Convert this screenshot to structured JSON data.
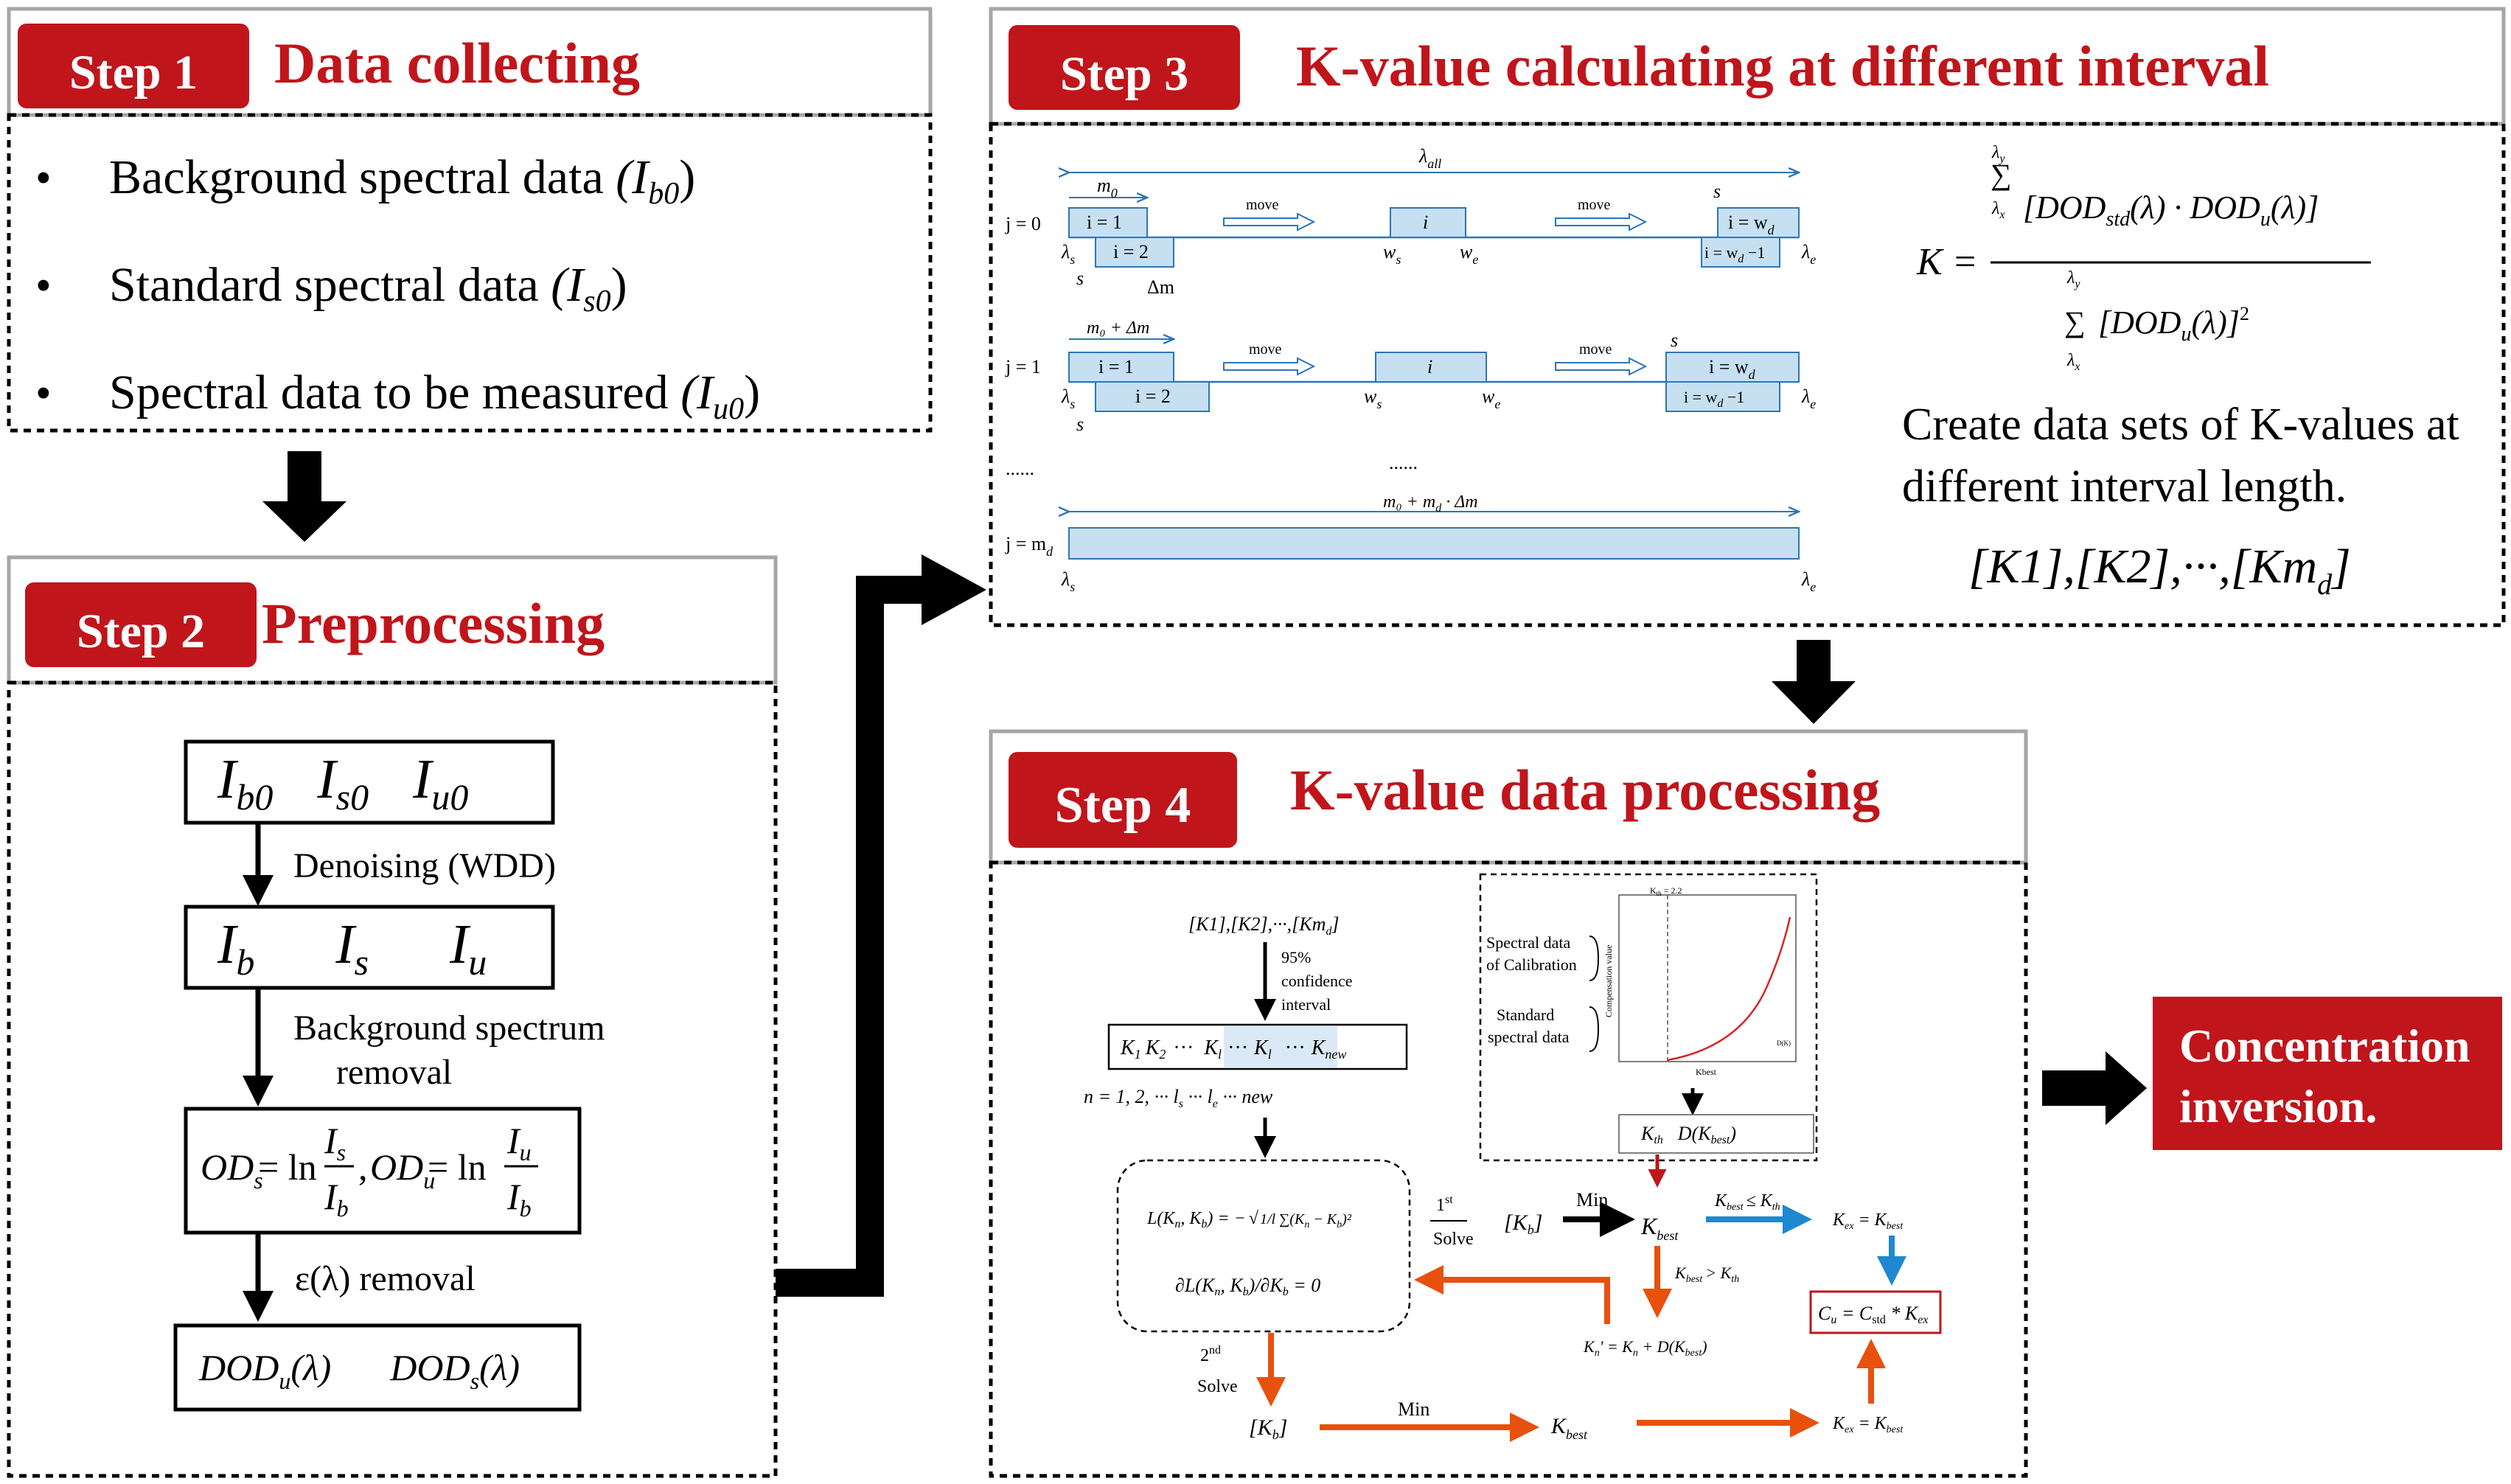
{
  "colors": {
    "red": "#c0151b",
    "blue_fill": "#c6e0f2",
    "blue_stroke": "#2e75b6",
    "orange": "#e8500d",
    "black": "#000000"
  },
  "step1": {
    "badge": "Step 1",
    "title": "Data collecting",
    "items": [
      {
        "text": "Background spectral data",
        "math": "(I",
        "sub": "b0",
        "close": ")"
      },
      {
        "text": "Standard spectral data  ",
        "math": "(I",
        "sub": "s0",
        "close": ")"
      },
      {
        "text": "Spectral data to be measured",
        "math": "(I",
        "sub": "u0",
        "close": ")"
      }
    ]
  },
  "step2": {
    "badge": "Step 2",
    "title": "Preprocessing",
    "box1": [
      "I",
      "b0",
      "I",
      "s0",
      "I",
      "u0"
    ],
    "denoise": "Denoising (WDD)",
    "box2": [
      "I",
      "b",
      "I",
      "s",
      "I",
      "u"
    ],
    "bg_removal_1": "Background spectrum",
    "bg_removal_2": "removal",
    "box3": {
      "od_s": "OD",
      "sub_s": "s",
      "eq": "= ln",
      "num_s": "I",
      "num_s_sub": "s",
      "den": "I",
      "den_sub": "b",
      "comma": ",",
      "od_u": "OD",
      "sub_u": "u",
      "num_u": "I",
      "num_u_sub": "u"
    },
    "eps_removal": "ε(λ) removal",
    "box4": {
      "a": "DOD",
      "a_sub": "u",
      "a_arg": "(λ)",
      "b": "DOD",
      "b_sub": "s",
      "b_arg": "(λ)"
    }
  },
  "step3": {
    "badge": "Step 3",
    "title": "K-value calculating at different interval",
    "lambda_all": "λ",
    "lambda_all_sub": "all",
    "m0": "m",
    "m0_sub": "0",
    "m0_dm": "m₀ + Δm",
    "m0_md": "m₀ + m",
    "m0_md_tail": " · Δm",
    "j0": "j = 0",
    "j1": "j = 1",
    "jm": "j = m",
    "i1": "i = 1",
    "i2": "i = 2",
    "i": "i",
    "iwd": "i = w",
    "iwd1": "i = w",
    "iwd1_tail": " −1",
    "move": "move",
    "s": "s",
    "dm": "Δm",
    "ws": "w",
    "we": "w",
    "lam_s": "λ",
    "lam_e": "λ",
    "dots": "......",
    "k_label": "K =",
    "numerator": "[DOD",
    "num_std": "std",
    "num_mid": "(λ) · DOD",
    "num_u": "u",
    "num_end": "(λ)]",
    "denominator": "[DOD",
    "den_u": "u",
    "den_end": "(λ)]",
    "sum_top": "λ",
    "sum_top_sub": "y",
    "sum_bot": "λ",
    "sum_bot_sub": "x",
    "create_1": "Create data sets of K-values at",
    "create_2": "different interval length.",
    "sets": "[K1],[K2],···,[Km",
    "sets_sub": "d",
    "sets_end": "]"
  },
  "step4": {
    "badge": "Step 4",
    "title": "K-value data processing",
    "sets": "[K1],[K2],···,[Km",
    "conf_1": "95%",
    "conf_2": "confidence",
    "conf_3": "interval",
    "row_k": [
      "K",
      "1",
      "K",
      "2",
      "···",
      "K",
      "l",
      "···",
      "K",
      "l",
      "···",
      "K",
      "new"
    ],
    "row_n": "n = 1,  2,  ···      l",
    "row_n_ls": "s",
    "row_n_mid": "  ···     l",
    "row_n_le": "e",
    "row_n_end": "  ···  new",
    "loss_1": "L(K",
    "loss_eq": "∂L(K",
    "loss_eq_tail": ")/∂K",
    "loss_eq_end": " = 0",
    "first": "1",
    "first_sup": "st",
    "solve": "Solve",
    "second": "2",
    "second_sup": "nd",
    "kb": "[K",
    "kb_sub": "b",
    "kb_end": "]",
    "min": "Min",
    "kbest": "K",
    "kbest_sub": "best",
    "cond1": "≤ K",
    "cond1_sub": "th",
    "cond2": "> K",
    "cond2_sub": "th",
    "kex": "K",
    "kex_sub": "ex",
    "kex_eq": " = K",
    "kn": "K",
    "kn_sub": "n",
    "kn_tail": "' = K",
    "kn_mid": " + D(K",
    "kn_end": ")",
    "cu": "C",
    "cu_sub": "u",
    "cu_eq": " = C",
    "cu_std": "std",
    "cu_star": " * K",
    "kth": "K",
    "kth_sub": "th",
    "dk": "D(K",
    "dk_end": ")",
    "legend_1": "Spectral data",
    "legend_2": "of Calibration",
    "legend_3": "Standard",
    "legend_4": "spectral data",
    "plot_y": "Compensation value",
    "plot_x": "Kbest",
    "plot_top": "K",
    "plot_top_sub": "th",
    "plot_top_val": " = 2.2",
    "plot_legend": "D(K)"
  },
  "final": {
    "line1": "Concentration",
    "line2": "inversion."
  }
}
